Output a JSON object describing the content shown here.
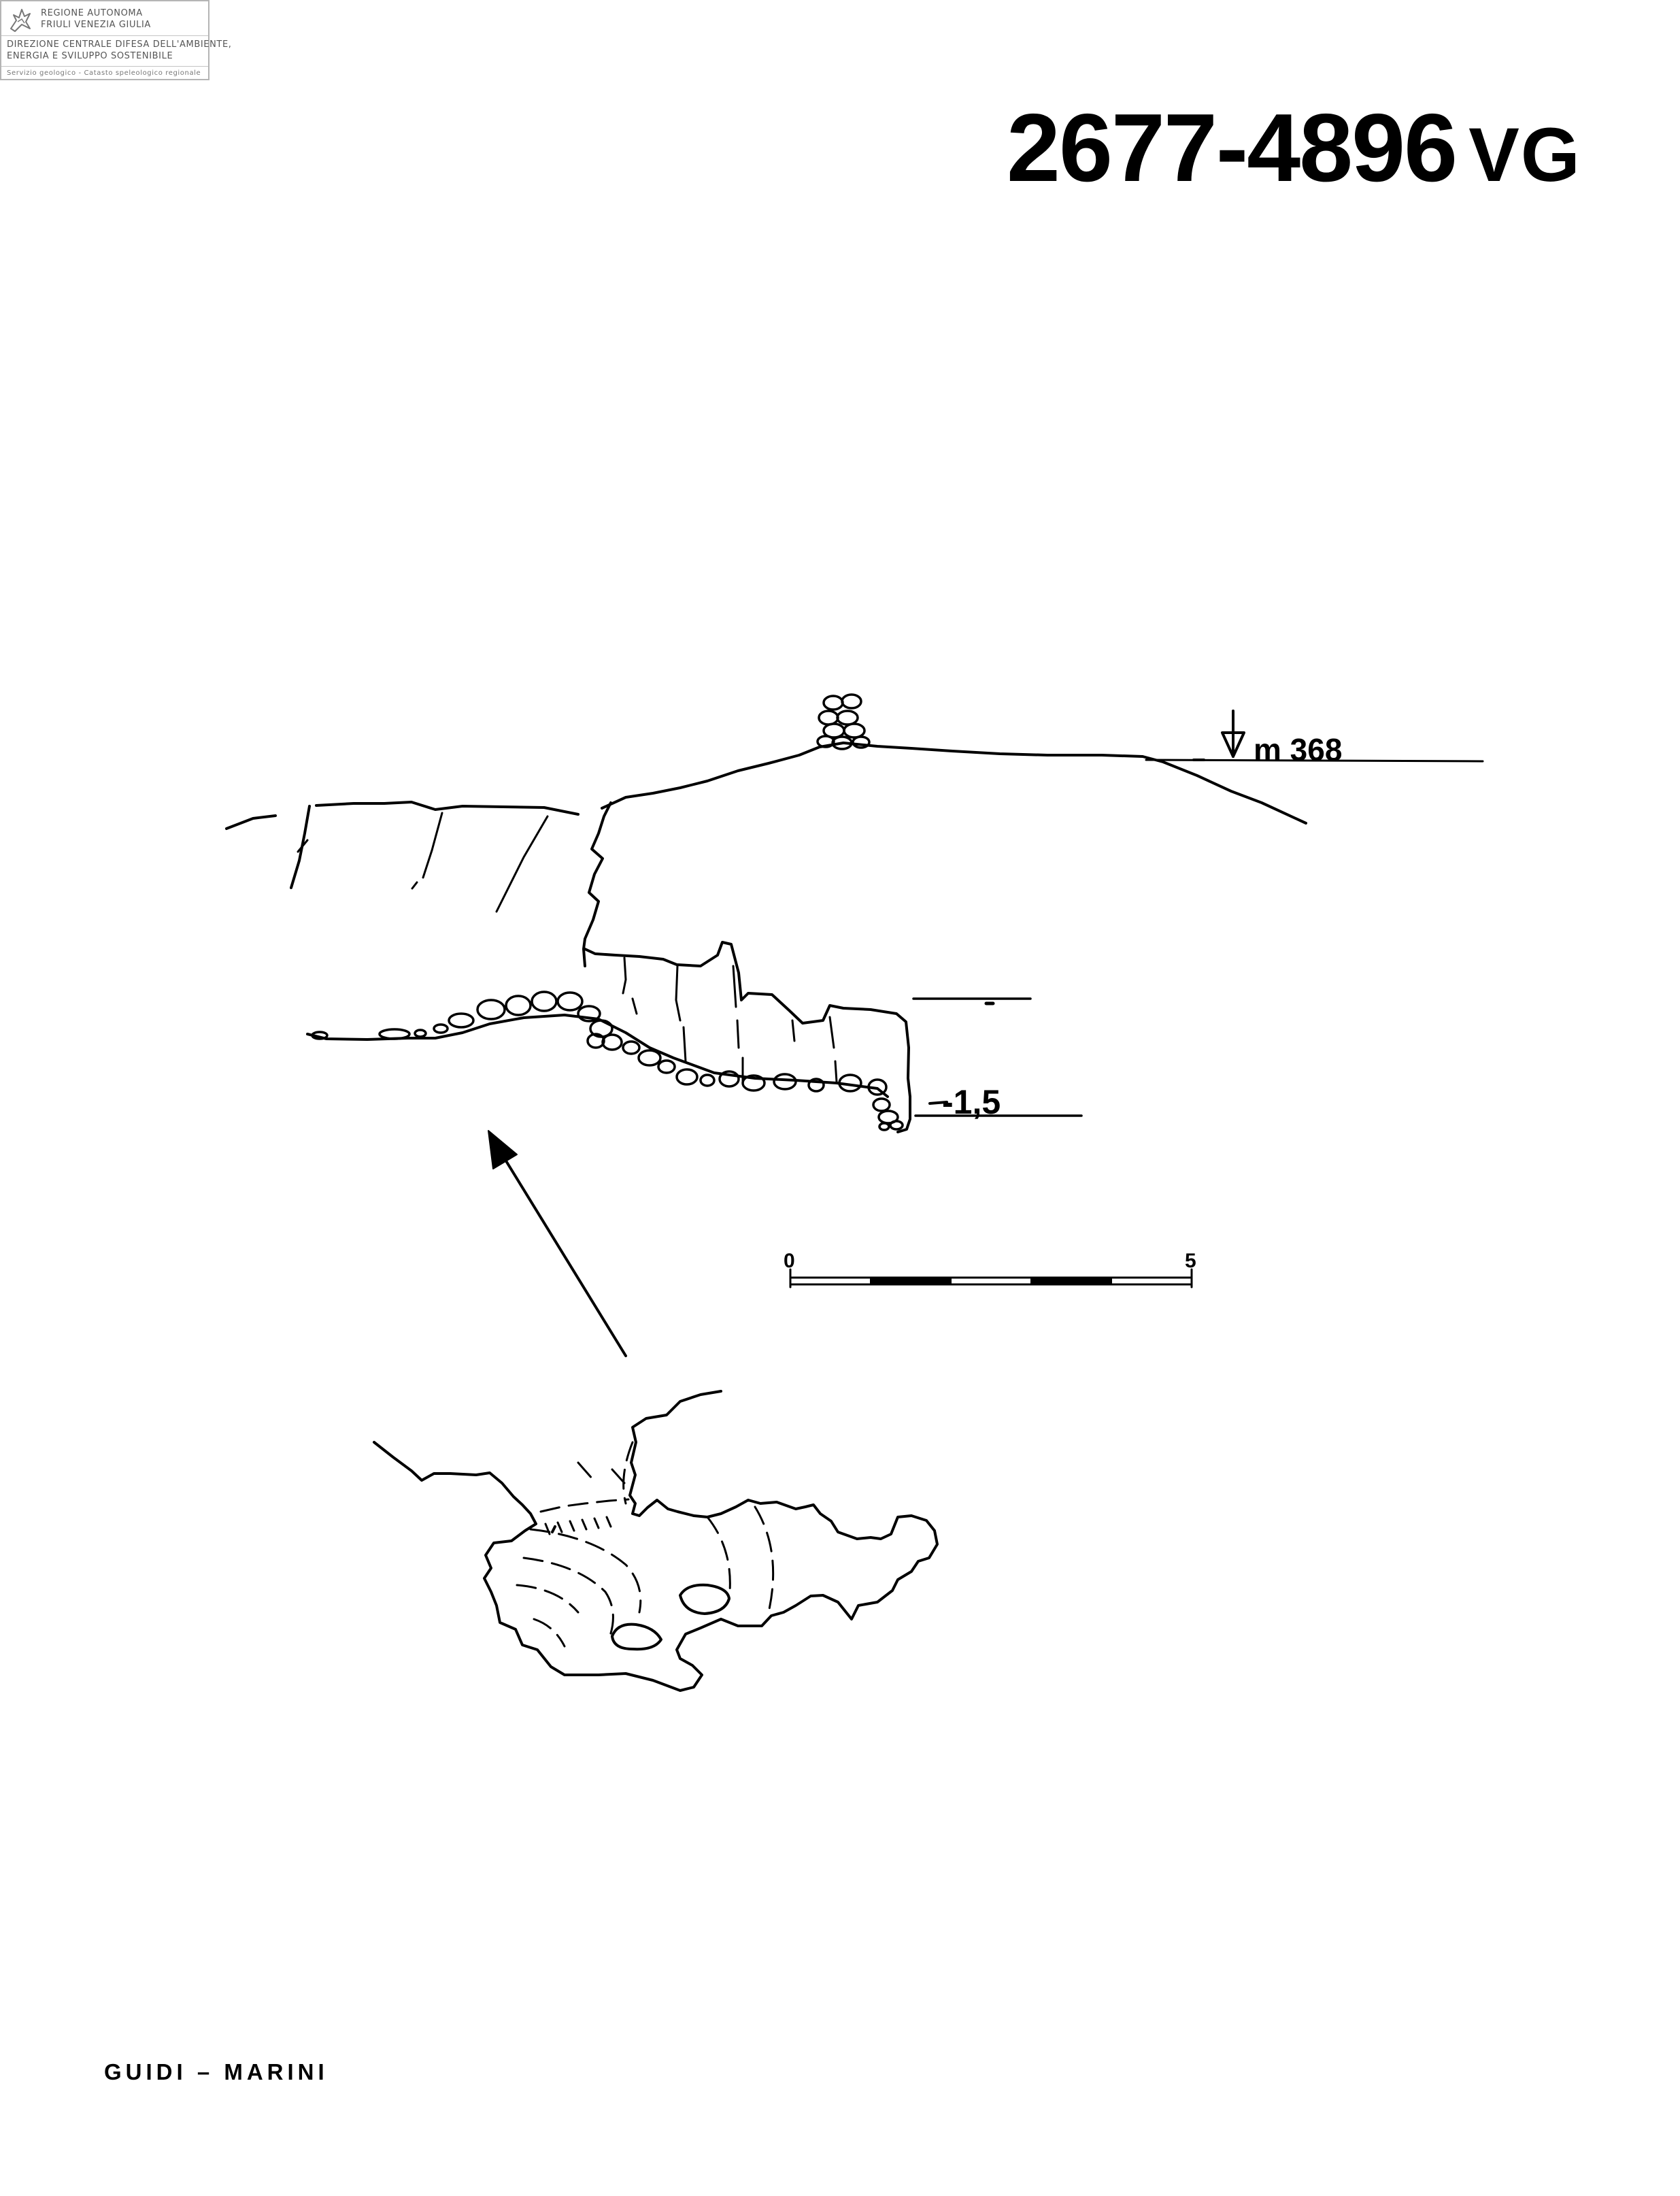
{
  "header": {
    "org_line1": "REGIONE AUTONOMA",
    "org_line2": "FRIULI VENEZIA GIULIA",
    "directorate_line1": "DIREZIONE CENTRALE DIFESA DELL'AMBIENTE,",
    "directorate_line2": "ENERGIA E SVILUPPO SOSTENIBILE",
    "service": "Servizio geologico - Catasto speleologico regionale",
    "logo_icon": "eagle-emblem-icon"
  },
  "cave": {
    "number": "2677-4896",
    "suffix": "VG"
  },
  "section": {
    "elevation_label": "m 368",
    "depth_label": "-1,5"
  },
  "scale_bar": {
    "start_label": "0",
    "end_label": "5"
  },
  "footer": {
    "authors": "GUIDI – MARINI"
  }
}
